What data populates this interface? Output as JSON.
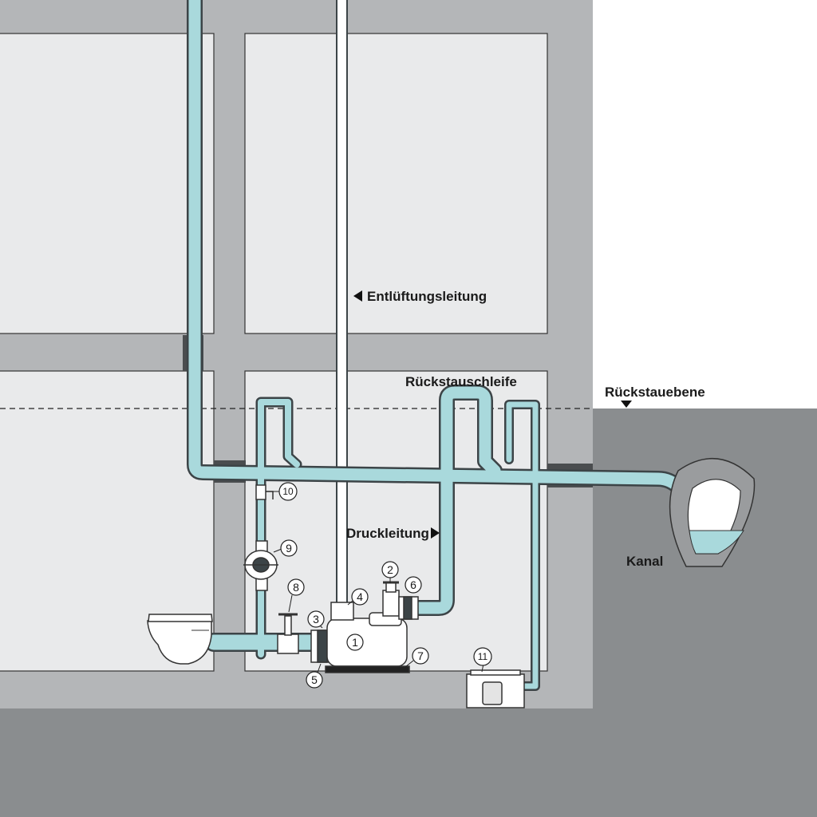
{
  "labels": {
    "vent_line": "Entlüftungsleitung",
    "backflow_loop": "Rückstauschleife",
    "backflow_level": "Rückstauebene",
    "pressure_line": "Druckleitung",
    "sewer": "Kanal"
  },
  "components": [
    "1",
    "2",
    "3",
    "4",
    "5",
    "6",
    "7",
    "8",
    "9",
    "10",
    "11"
  ],
  "colors": {
    "water": "#a9d9dc",
    "pipe_outline": "#3c4447",
    "building_wall": "#b4b6b8",
    "room": "#e9eaeb",
    "ground": "#8a8d8f"
  }
}
